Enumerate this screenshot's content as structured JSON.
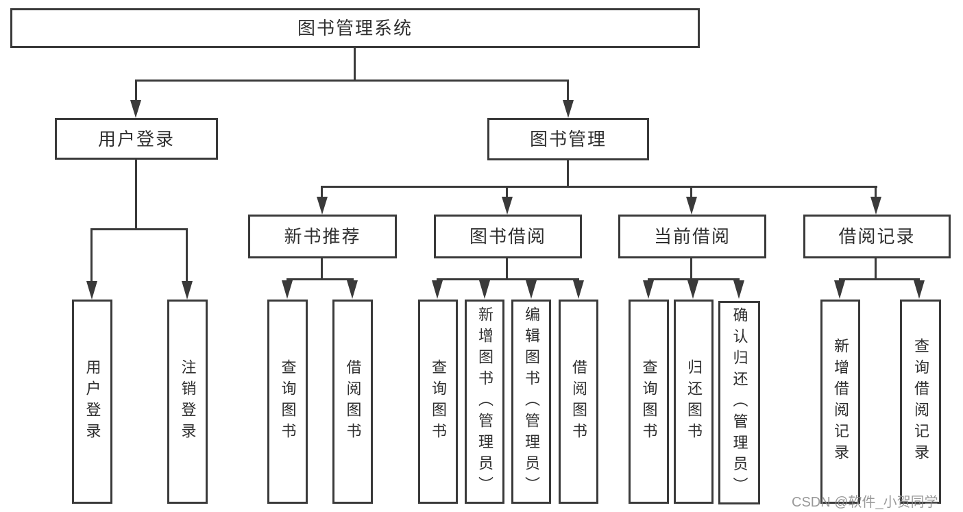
{
  "nodes": {
    "root": "图书管理系统",
    "user_login": "用户登录",
    "book_management": "图书管理",
    "new_book_recommend": "新书推荐",
    "book_borrowing": "图书借阅",
    "current_borrowing": "当前借阅",
    "borrowing_records": "借阅记录",
    "leaf_user_login": "用户登录",
    "leaf_logout": "注销登录",
    "leaf_rec_query_books": "查询图书",
    "leaf_rec_borrow_books": "借阅图书",
    "leaf_bb_query_books": "查询图书",
    "leaf_bb_add_books": "新增图书（管理员）",
    "leaf_bb_edit_books": "编辑图书（管理员）",
    "leaf_bb_borrow_books": "借阅图书",
    "leaf_cb_query_books": "查询图书",
    "leaf_cb_return_books": "归还图书",
    "leaf_cb_confirm_return": "确认归还（管理员）",
    "leaf_br_add_record": "新增借阅记录",
    "leaf_br_query_record": "查询借阅记录"
  },
  "watermark": {
    "text": "CSDN @软件_小贺同学"
  },
  "colors": {
    "line": "#3a3a3a",
    "text": "#2f2f2f",
    "watermark": "#878787",
    "background": "#ffffff"
  }
}
